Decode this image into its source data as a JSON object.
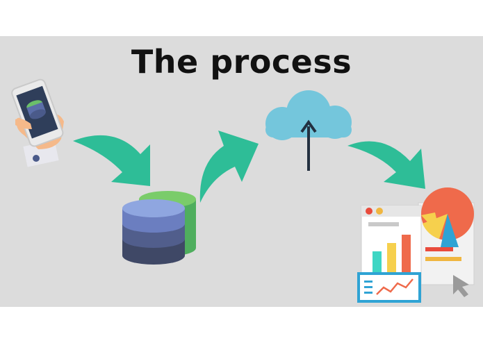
{
  "title": "The process",
  "steps": [
    {
      "name": "mobile-phone",
      "icon": "hand-holding-smartphone-icon"
    },
    {
      "name": "database",
      "icon": "database-stack-icon"
    },
    {
      "name": "cloud-upload",
      "icon": "cloud-upload-icon"
    },
    {
      "name": "analytics-dashboard",
      "icon": "dashboard-charts-icon"
    }
  ],
  "colors": {
    "background": "#dcdcdc",
    "arrow": "#2ebd97",
    "cloud": "#74c6dc",
    "title": "#111111"
  }
}
